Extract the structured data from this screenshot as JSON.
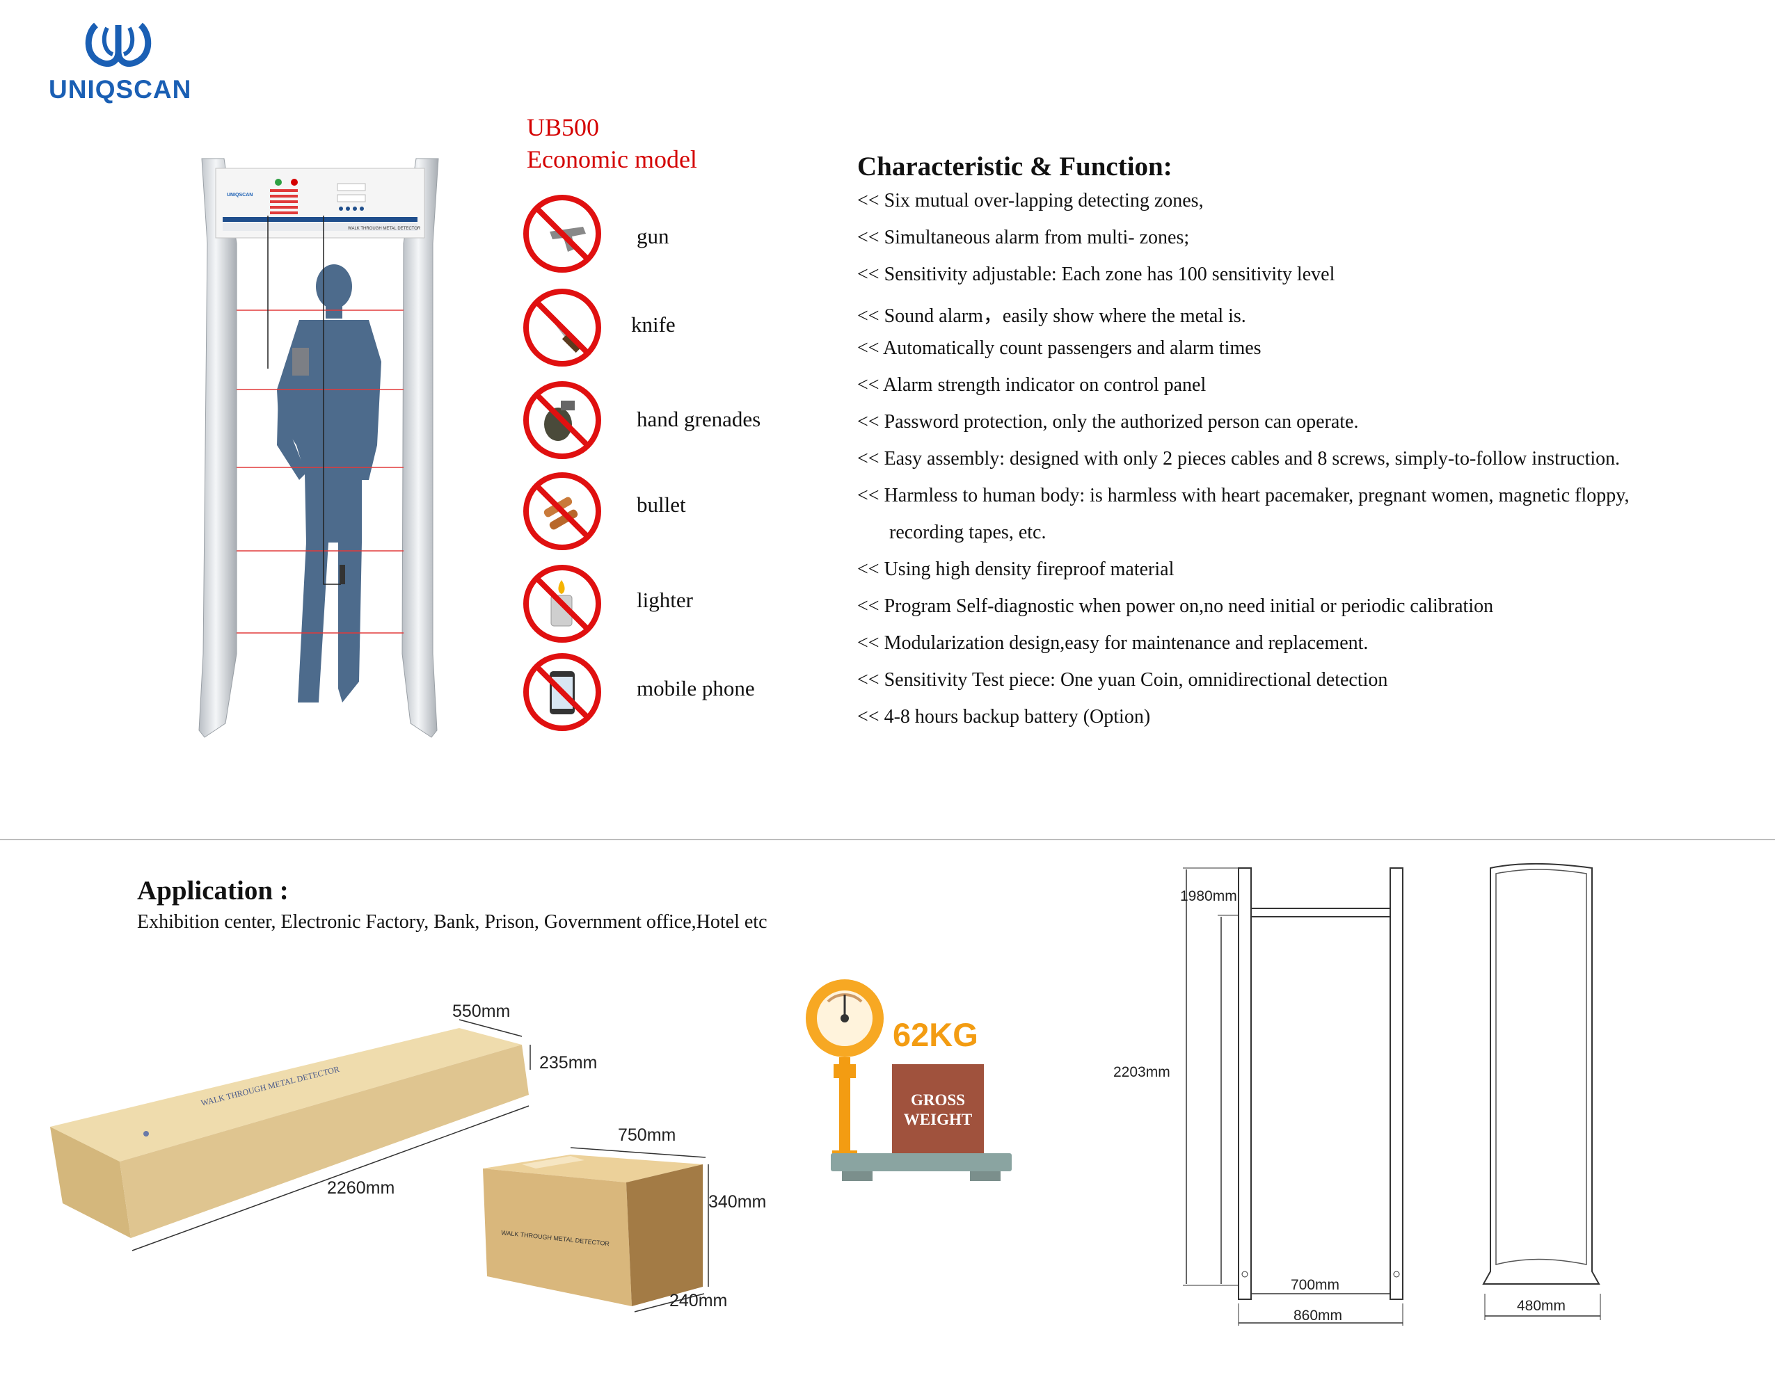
{
  "brand": {
    "name": "UNIQSCAN"
  },
  "product": {
    "model": "UB500",
    "subtitle": "Economic model"
  },
  "prohibited_items": [
    {
      "label": "gun",
      "icon": "gun-icon"
    },
    {
      "label": "knife",
      "icon": "knife-icon"
    },
    {
      "label": "hand grenades",
      "icon": "grenade-icon"
    },
    {
      "label": "bullet",
      "icon": "bullet-icon"
    },
    {
      "label": "lighter",
      "icon": "lighter-icon"
    },
    {
      "label": "mobile phone",
      "icon": "mobile-phone-icon"
    }
  ],
  "characteristics": {
    "title": "Characteristic & Function:",
    "items": [
      "<< Six mutual over-lapping detecting zones,",
      "<< Simultaneous alarm from multi- zones;",
      "<< Sensitivity adjustable: Each zone has 100 sensitivity level",
      "<< Sound alarm，easily show where the metal is.",
      "<< Automatically count passengers and alarm times",
      "<< Alarm strength indicator on control panel",
      "<< Password protection, only the authorized person can operate.",
      "<< Easy assembly: designed with only 2 pieces cables and 8 screws, simply-to-follow instruction.",
      "<< Harmless to human body: is harmless with heart pacemaker, pregnant women, magnetic floppy,",
      "recording tapes, etc.",
      "<< Using high density fireproof material",
      "<< Program Self-diagnostic when power on,no need initial or periodic calibration",
      "<< Modularization design,easy for maintenance and replacement.",
      "<< Sensitivity Test piece: One yuan Coin, omnidirectional detection",
      "<< 4-8 hours backup battery (Option)"
    ]
  },
  "application": {
    "title": "Application :",
    "text": "Exhibition center, Electronic Factory, Bank, Prison, Government office,Hotel etc"
  },
  "packaging": {
    "long_box": {
      "width": "550mm",
      "height": "235mm",
      "length": "2260mm",
      "print": "WALK THROUGH METAL DETECTOR"
    },
    "small_box": {
      "width": "750mm",
      "height": "340mm",
      "depth": "240mm",
      "print": "WALK THROUGH METAL DETECTOR"
    }
  },
  "weight": {
    "value": "62KG",
    "label_line1": "GROSS",
    "label_line2": "WEIGHT"
  },
  "dimensions": {
    "inner_height": "1980mm",
    "total_height": "2203mm",
    "inner_width": "700mm",
    "outer_width": "860mm",
    "depth": "480mm"
  },
  "device_panel": {
    "brand": "UNIQSCAN",
    "strip_text": "WALK THROUGH METAL DETECTOR"
  },
  "colors": {
    "accent_red": "#d40000",
    "brand_blue": "#1a5fb4",
    "weight_orange": "#f39c12",
    "box_brown": "#d9b77c"
  }
}
